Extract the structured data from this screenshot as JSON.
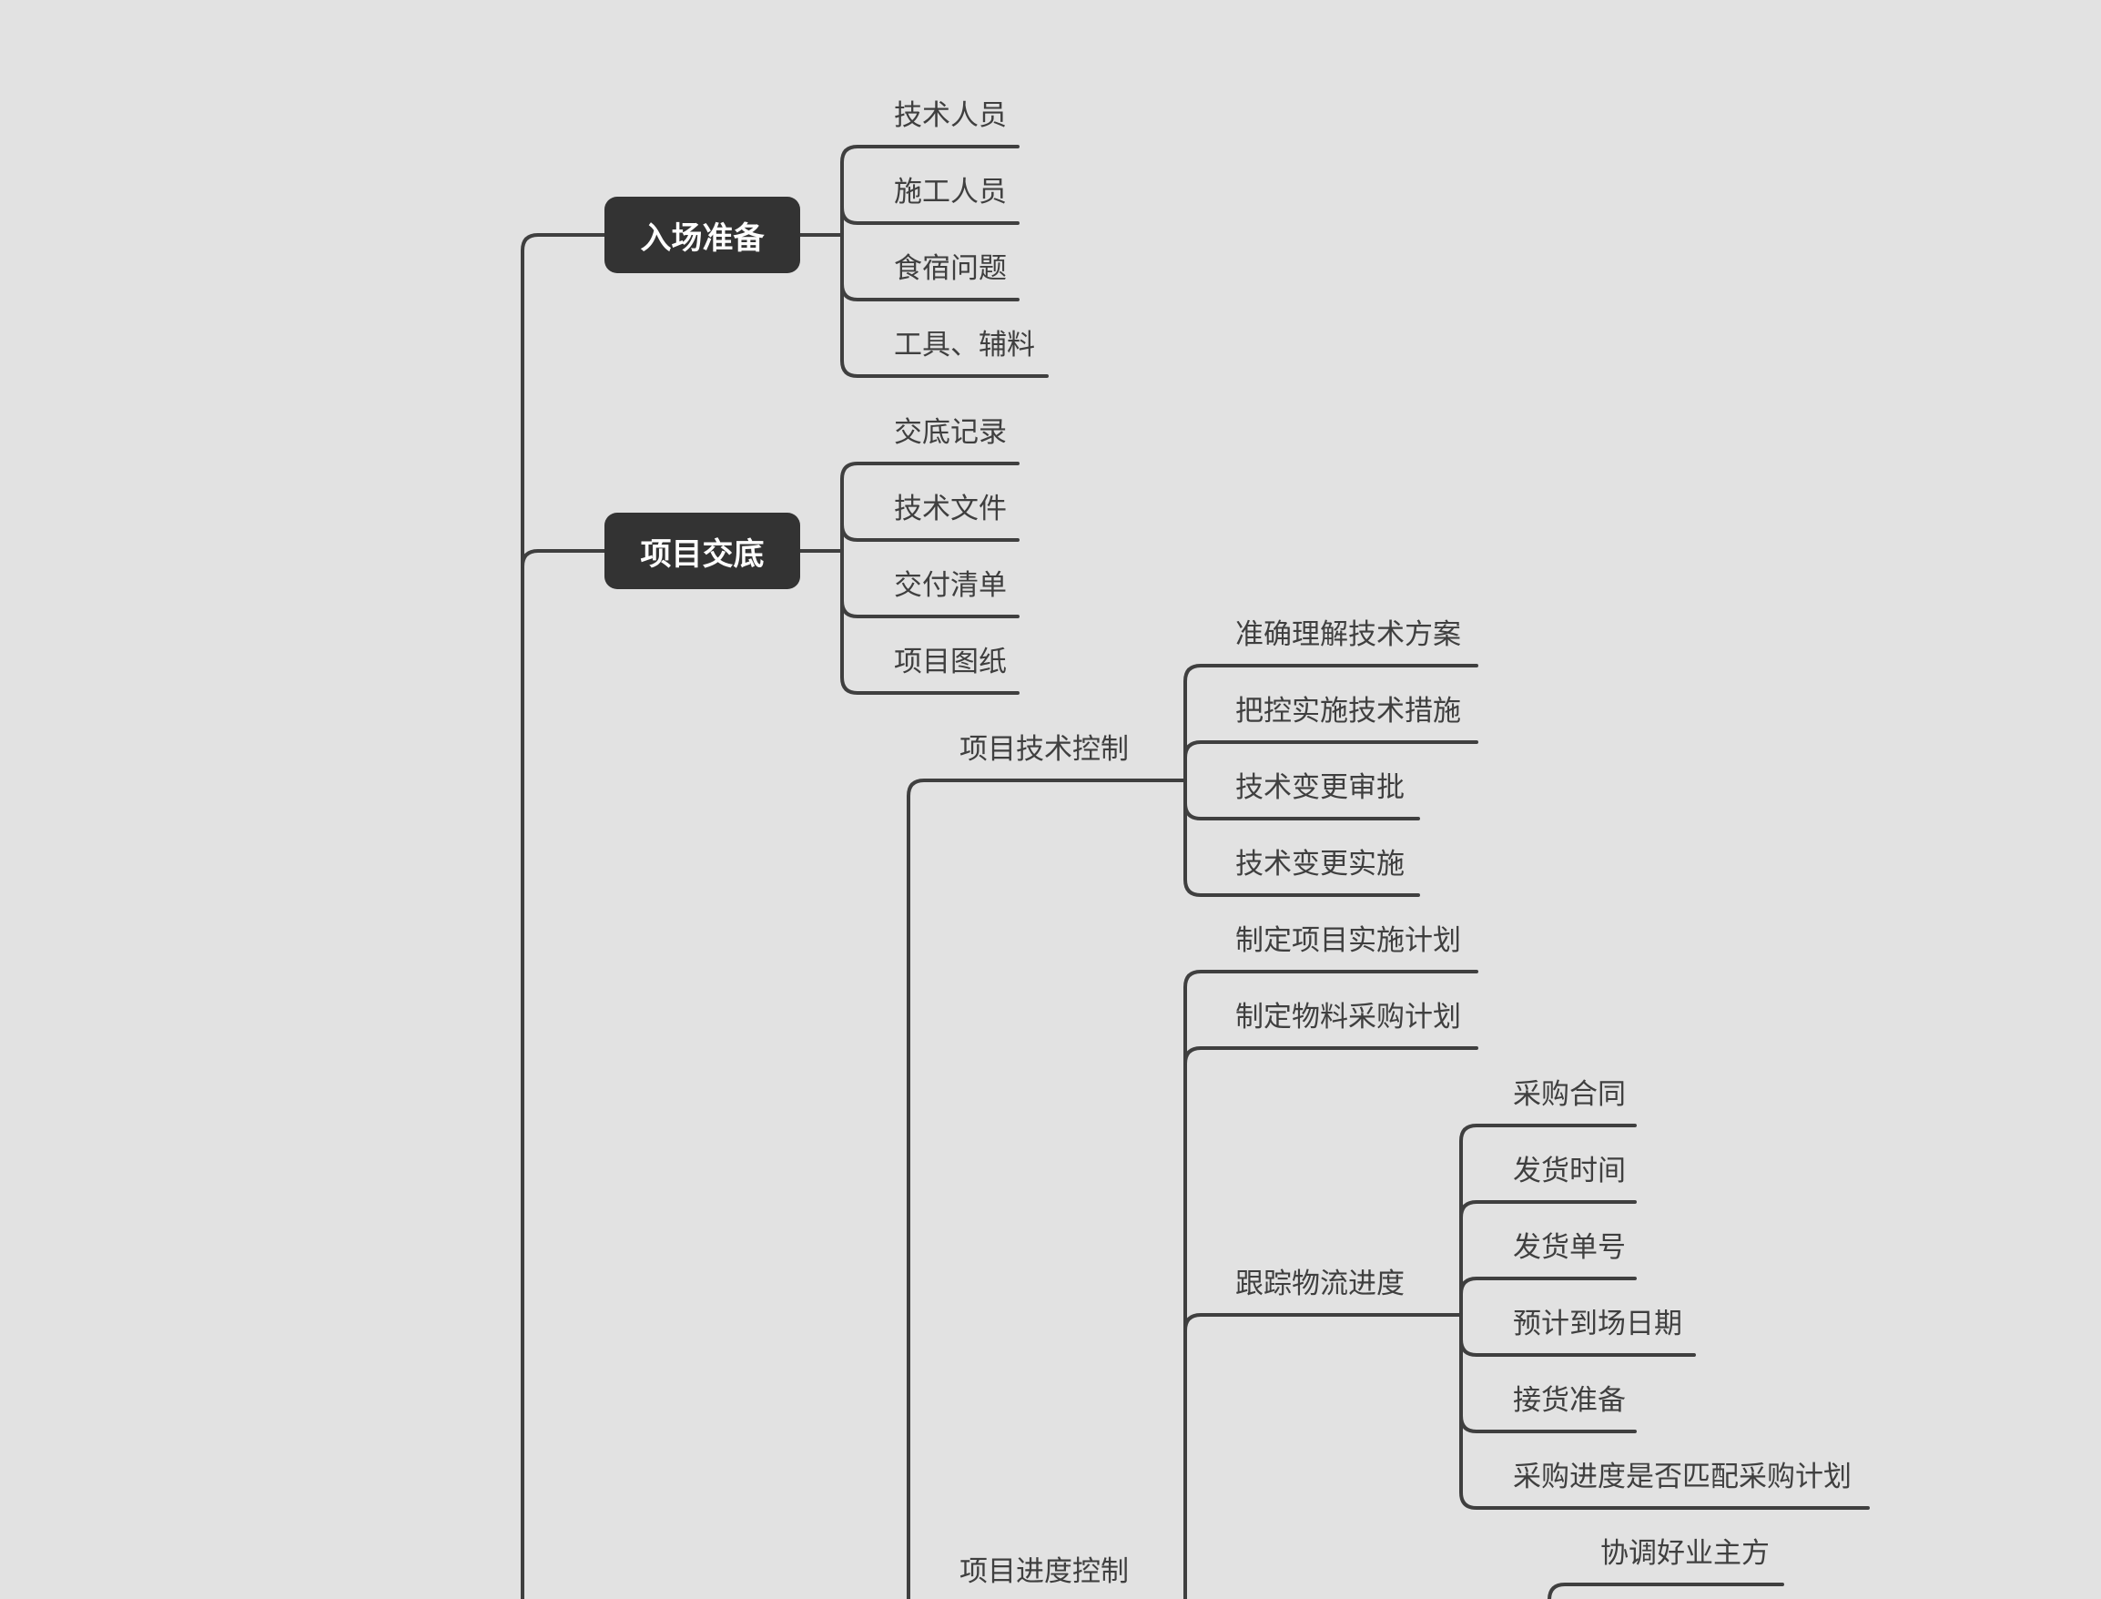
{
  "mindmap": {
    "colors": {
      "background": "#e2e2e2",
      "line": "#3f3f3f",
      "topic_fill": "#333333",
      "topic_text": "#ffffff",
      "label_text": "#3f3f3f"
    },
    "main_topics": [
      {
        "label": "入场准备",
        "subtopics": [
          "技术人员",
          "施工人员",
          "食宿问题",
          "工具、辅料"
        ]
      },
      {
        "label": "项目交底",
        "subtopics": [
          "交底记录",
          "技术文件",
          "交付清单",
          "项目图纸"
        ]
      },
      {
        "label": "项目技术控制",
        "subtopics": [
          "准确理解技术方案",
          "把控实施技术措施",
          "技术变更审批",
          "技术变更实施"
        ]
      },
      {
        "label": "项目进度控制",
        "subtopics": [
          {
            "label": "制定项目实施计划"
          },
          {
            "label": "制定物料采购计划"
          },
          {
            "label": "跟踪物流进度",
            "children": [
              "采购合同",
              "发货时间",
              "发货单号",
              "预计到场日期",
              "接货准备",
              "采购进度是否匹配采购计划"
            ]
          },
          {
            "label": "协调好业主方"
          }
        ]
      }
    ]
  }
}
